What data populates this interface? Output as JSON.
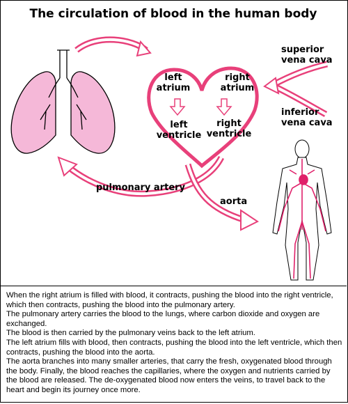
{
  "title": "The circulation of blood in the human body",
  "labels": {
    "left_atrium": "left\natrium",
    "right_atrium": "right\natrium",
    "left_ventricle": "left\nventricle",
    "right_ventricle": "right\nventricle",
    "superior_vena_cava": "superior\nvena cava",
    "inferior_vena_cava": "inferior\nvena cava",
    "pulmonary_artery": "pulmonary artery",
    "aorta": "aorta"
  },
  "colors": {
    "arrow": "#e8407a",
    "lung_fill": "#f5b8d8",
    "vessels": "#e0206a"
  },
  "description": [
    "When the right atrium is filled with blood, it contracts, pushing the blood into the right ventricle, which then contracts, pushing the blood into the pulmonary artery.",
    "The pulmonary artery carries the blood to the lungs, where carbon dioxide and oxygen are exchanged.",
    "The blood is then carried by the pulmonary veins back to the left atrium.",
    "The left atrium fills with blood, then contracts, pushing the blood into the left ventricle, which then contracts, pushing the blood into the aorta.",
    "The aorta branches into many smaller arteries, that carry the fresh, oxygenated blood through the body. Finally, the blood reaches the capillaries, where the oxygen and nutrients carried by the blood are released. The de-oxygenated blood now enters the veins, to travel back to the heart and begin its journey once more."
  ]
}
